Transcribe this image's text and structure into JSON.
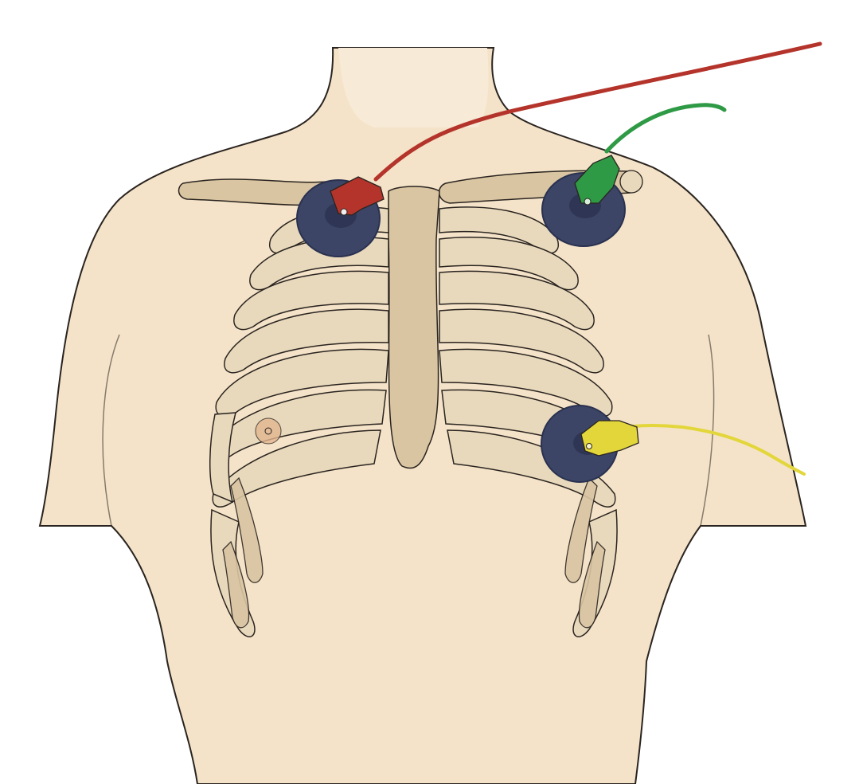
{
  "illustration": {
    "colors": {
      "background": "#ffffff",
      "skin": "#f4e3c8",
      "skin_edge": "#ecd6b4",
      "outline": "#2a2420",
      "bone": "#d9c5a2",
      "bone_light": "#e8d9bc",
      "electrode_pad": "#3c4566",
      "electrode_pad_rim": "#2a3150",
      "lead_red": "#b4342b",
      "lead_green": "#2f9a45",
      "lead_yellow": "#e2d63a",
      "nipple": "#e3b590"
    },
    "electrodes": [
      {
        "id": "right-arm",
        "color": "red",
        "icon": "electrode-pad-icon"
      },
      {
        "id": "left-arm",
        "color": "green",
        "icon": "electrode-pad-icon"
      },
      {
        "id": "left-leg",
        "color": "yellow",
        "icon": "electrode-pad-icon"
      }
    ]
  }
}
